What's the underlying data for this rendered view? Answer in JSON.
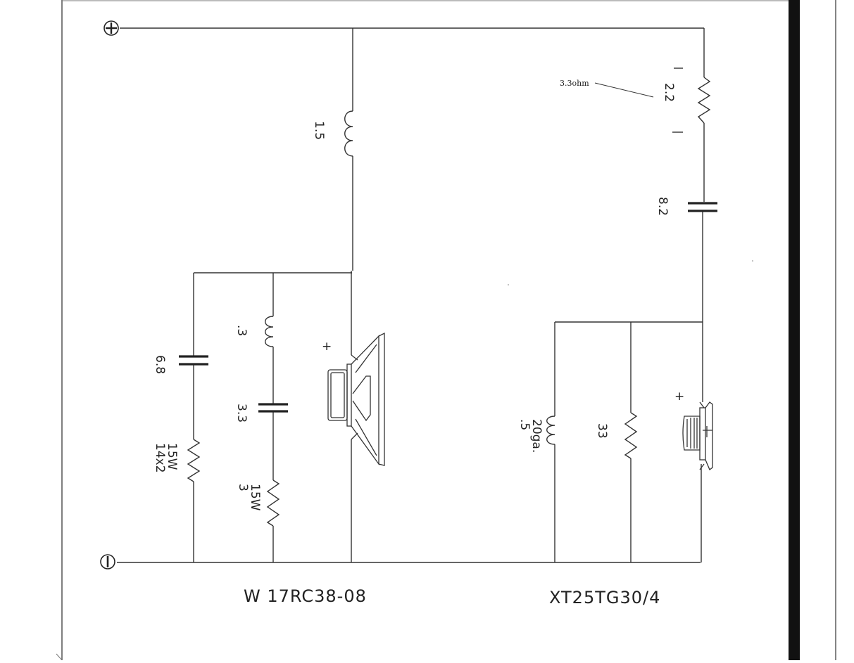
{
  "terminals": {
    "positive": "+",
    "negative": "−"
  },
  "woofer": {
    "model": "W 17RC38-08",
    "polarity": "+",
    "components": {
      "series_inductor": "1.5",
      "shunt_cap": "6.8",
      "shunt_res": "14x2\n15W",
      "notch_inductor": ".3",
      "notch_cap": "3.3",
      "notch_res": "3\n15W"
    }
  },
  "tweeter": {
    "model": "XT25TG30/4",
    "polarity": "+",
    "components": {
      "series_res": "2.2",
      "series_res_note": "3.3ohm",
      "series_cap": "8.2",
      "shunt_inductor": ".5\n20ga.",
      "shunt_res": "33"
    }
  }
}
